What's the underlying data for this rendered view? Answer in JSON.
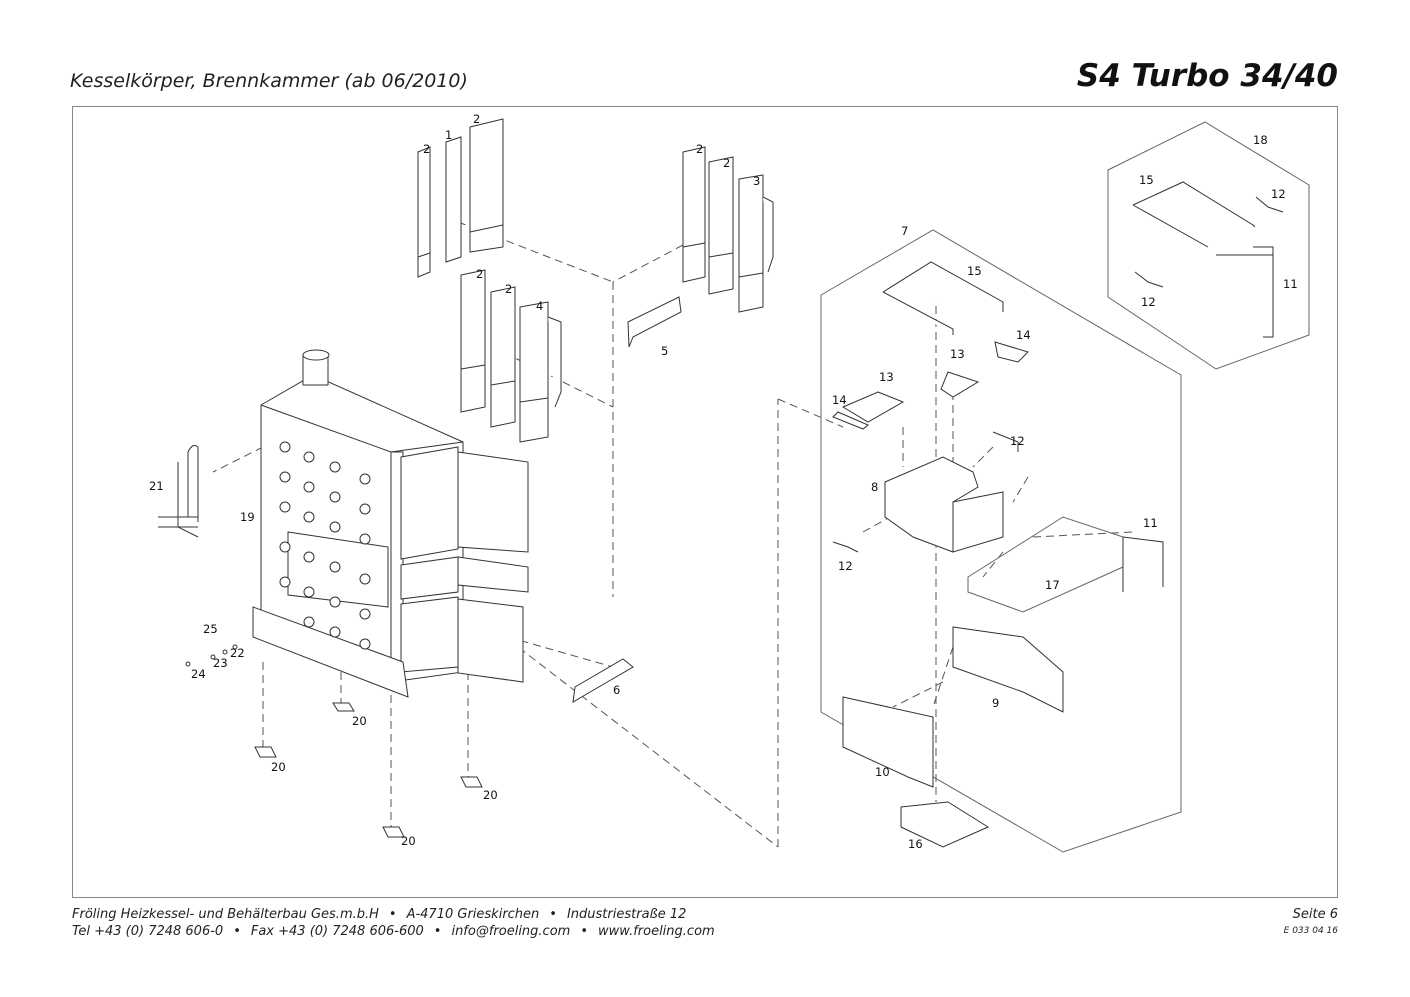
{
  "header": {
    "subtitle": "Kesselkörper, Brennkammer (ab 06/2010)",
    "title": "S4 Turbo 34/40"
  },
  "footer": {
    "company": "Fröling Heizkessel- und Behälterbau Ges.m.b.H",
    "city": "A-4710 Grieskirchen",
    "street": "Industriestraße 12",
    "tel": "Tel +43 (0) 7248 606-0",
    "fax": "Fax +43 (0) 7248 606-600",
    "email": "info@froeling.com",
    "web": "www.froeling.com",
    "page": "Seite 6",
    "doc_code": "E 033 04 16"
  },
  "callouts": {
    "n1": "1",
    "n2": "2",
    "n3": "3",
    "n4": "4",
    "n5": "5",
    "n6": "6",
    "n7": "7",
    "n8": "8",
    "n9": "9",
    "n10": "10",
    "n11": "11",
    "n12": "12",
    "n13": "13",
    "n14": "14",
    "n15": "15",
    "n16": "16",
    "n17": "17",
    "n18": "18",
    "n19": "19",
    "n20": "20",
    "n21": "21",
    "n22": "22",
    "n23": "23",
    "n24": "24",
    "n25": "25"
  },
  "colors": {
    "line": "#333333",
    "frame": "#888888",
    "fill": "#ffffff"
  }
}
